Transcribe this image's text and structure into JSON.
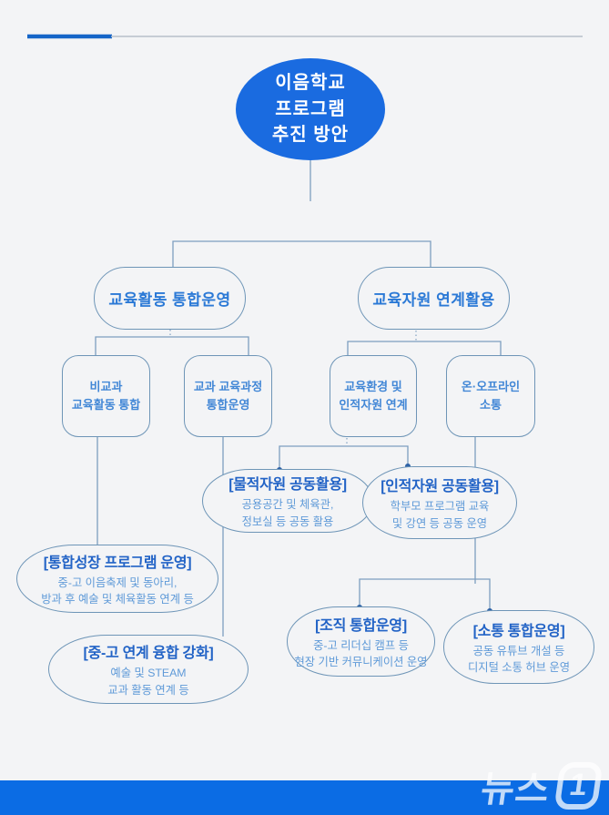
{
  "root": {
    "lines": [
      "이음학교",
      "프로그램",
      "추진 방안"
    ]
  },
  "branches": {
    "left": {
      "label": "교육활동 통합운영"
    },
    "right": {
      "label": "교육자원 연계활용"
    }
  },
  "level2": {
    "noncurricular": {
      "lines": [
        "비교과",
        "교육활동 통합"
      ]
    },
    "curricular": {
      "lines": [
        "교과 교육과정",
        "통합운영"
      ]
    },
    "environment": {
      "lines": [
        "교육환경 및",
        "인적자원 연계"
      ]
    },
    "communication": {
      "lines": [
        "온·오프라인",
        "소통"
      ]
    }
  },
  "cards": {
    "physical": {
      "title": "[물적자원 공동활용]",
      "lines": [
        "공용공간 및 체육관,",
        "정보실 등 공동 활용"
      ]
    },
    "human": {
      "title": "[인적자원 공동활용]",
      "lines": [
        "학부모 프로그램 교육",
        "및 강연 등 공동 운영"
      ]
    },
    "growth": {
      "title": "[통합성장 프로그램 운영]",
      "lines": [
        "중-고 이음축제 및 동아리,",
        "방과 후 예술 및 체육활동 연계 등"
      ]
    },
    "fusion": {
      "title": "[중-고 연계 융합 강화]",
      "lines": [
        "예술 및 STEAM",
        "교과 활동 연계 등"
      ]
    },
    "organization": {
      "title": "[조직 통합운영]",
      "lines": [
        "중-고 리더십 캠프 등",
        "현장 기반 커뮤니케이션 운영"
      ]
    },
    "comm_hub": {
      "title": "[소통 통합운영]",
      "lines": [
        "공동 유튜브 개설 등",
        "디지털 소통 허브 운영"
      ]
    }
  },
  "watermark": {
    "text": "뉴스",
    "number": "1"
  },
  "colors": {
    "background": "#f3f4f6",
    "root_fill": "#1a6be0",
    "root_text": "#ffffff",
    "node_border": "#6e95b7",
    "branch_text": "#2b79d6",
    "level2_text": "#4287d6",
    "card_title": "#2263c6",
    "card_text": "#5f9ad8",
    "connector": "#7d9ec0",
    "connector_dot": "#2e62a6",
    "top_rule_accent": "#1565c8",
    "top_rule_line": "#b7bfc9",
    "bottom_bar": "#0b6ce4"
  }
}
